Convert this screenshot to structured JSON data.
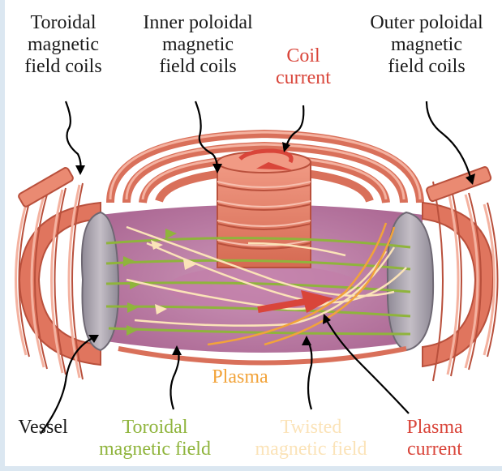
{
  "labels": {
    "toroidal_coils": [
      "Toroidal",
      "magnetic",
      "field coils"
    ],
    "inner_poloidal": [
      "Inner poloidal",
      "magnetic",
      "field coils"
    ],
    "coil_current": [
      "Coil",
      "current"
    ],
    "outer_poloidal": [
      "Outer poloidal",
      "magnetic",
      "field coils"
    ],
    "plasma": "Plasma",
    "vessel": "Vessel",
    "toroidal_field": [
      "Toroidal",
      "magnetic field"
    ],
    "twisted_field": [
      "Twisted",
      "magnetic field"
    ],
    "plasma_current": [
      "Plasma",
      "current"
    ]
  },
  "colors": {
    "coil": "#e8806a",
    "coil_dark": "#b9503c",
    "vessel": "#a9a2ad",
    "plasma": "#b0709a",
    "toroidal_field": "#8fb43c",
    "twisted_field": "#fbe3b8",
    "plasma_text": "#f2a33a",
    "current": "#d9453a",
    "label": "#1a1a1a"
  }
}
